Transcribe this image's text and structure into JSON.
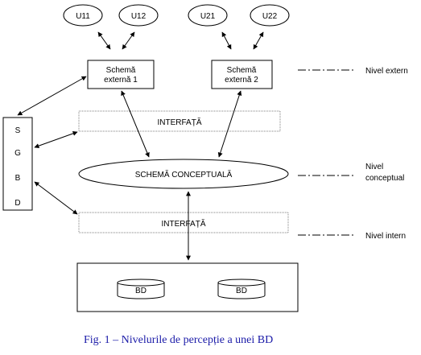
{
  "users": {
    "u11": "U11",
    "u12": "U12",
    "u21": "U21",
    "u22": "U22"
  },
  "external_schemas": {
    "s1_line1": "Schemă",
    "s1_line2": "externă 1",
    "s2_line1": "Schemă",
    "s2_line2": "externă 2"
  },
  "sgbd_letters": [
    "S",
    "G",
    "B",
    "D"
  ],
  "interface_upper": "INTERFAȚĂ",
  "interface_lower": "INTERFAȚĂ",
  "conceptual_schema": "SCHEMĂ CONCEPTUALĂ",
  "databases": {
    "bd1": "BD",
    "bd2": "BD"
  },
  "levels": {
    "external": "Nivel extern",
    "conceptual_line1": "Nivel",
    "conceptual_line2": "conceptual",
    "internal": "Nivel intern"
  },
  "caption": "Fig. 1 – Nivelurile de percepție a unei BD",
  "colors": {
    "stroke": "#000000",
    "dotted_box": "#808080",
    "caption": "#1a1aa8"
  }
}
